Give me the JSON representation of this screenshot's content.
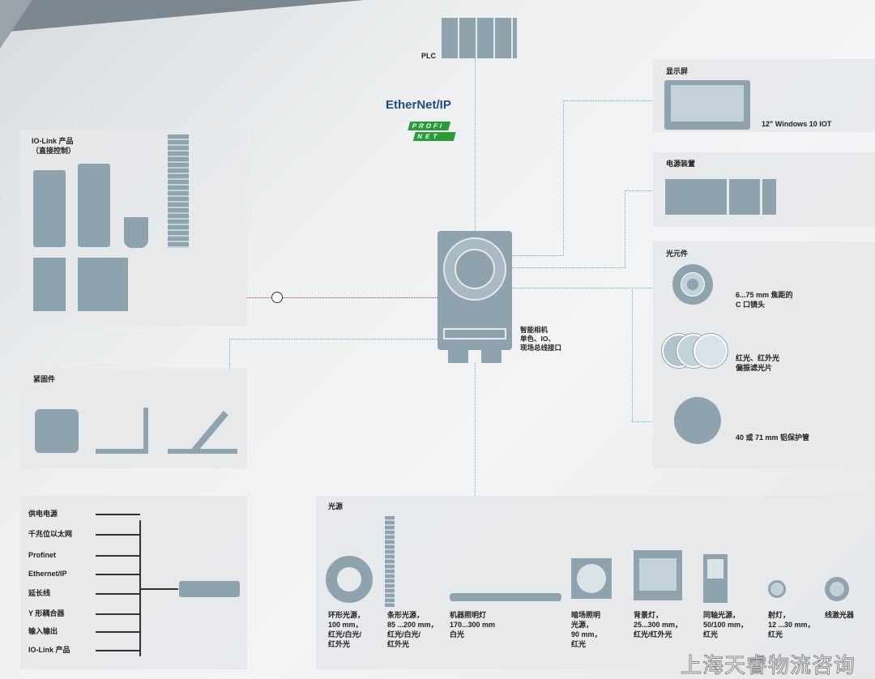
{
  "plc": {
    "label": "PLC"
  },
  "protocols": {
    "ethernet_ip": "EtherNet/IP",
    "profinet_top": "PROFI",
    "profinet_bottom": "NET"
  },
  "camera": {
    "label": "智能相机\n单色、IO、\n现场总线接口"
  },
  "display": {
    "title": "显示屏",
    "caption": "12\" Windows 10 IOT"
  },
  "power": {
    "title": "电源装置"
  },
  "optics": {
    "title": "光元件",
    "items": [
      {
        "label": "6...75 mm 焦距的\nC 口镜头"
      },
      {
        "label": "红光、红外光\n偏振滤光片"
      },
      {
        "label": "40 或 71 mm 铝保护管"
      }
    ]
  },
  "iolink": {
    "title": "IO-Link 产品\n（直接控制）"
  },
  "fasteners": {
    "title": "紧固件"
  },
  "connections": {
    "items": [
      "供电电源",
      "千兆位以太网",
      "Profinet",
      "Ethernet/IP",
      "延长线",
      "Y 形耦合器",
      "输入输出",
      "IO-Link 产品"
    ]
  },
  "lights": {
    "title": "光源",
    "items": [
      {
        "label": "环形光源，\n100 mm，\n红光/白光/\n红外光"
      },
      {
        "label": "条形光源，\n85 ...200 mm，\n红光/白光/\n红外光"
      },
      {
        "label": "机器照明灯\n170...300 mm\n白光"
      },
      {
        "label": "暗场照明\n光源，\n90 mm，\n红光"
      },
      {
        "label": "背景灯，\n25...300 mm，\n红光/红外光"
      },
      {
        "label": "同轴光源，\n50/100 mm，\n红光"
      },
      {
        "label": "射灯，\n12 ...30 mm，\n红光"
      },
      {
        "label": "线激光器"
      }
    ]
  },
  "watermark": "上海天睿物流咨询",
  "colors": {
    "device": "#8fa3ae",
    "link": "#63b4c4",
    "panel": "#e6e8ea"
  }
}
